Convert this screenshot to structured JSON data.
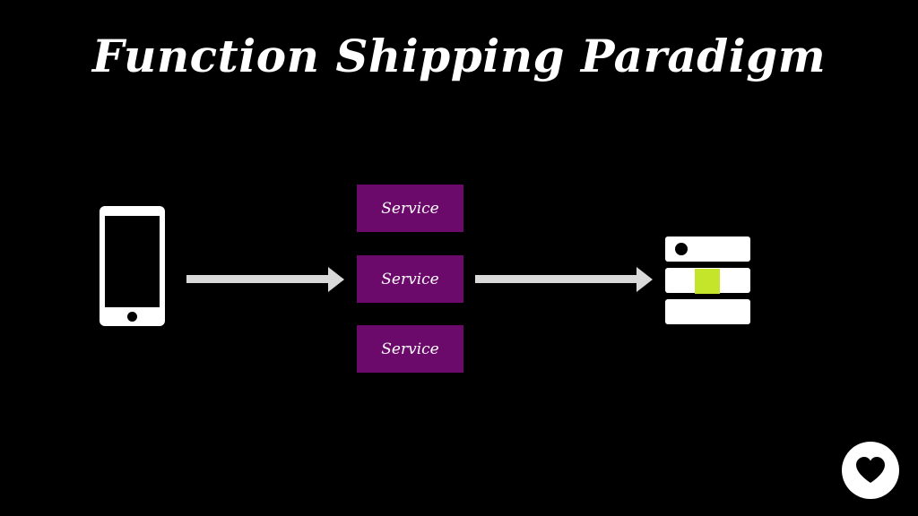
{
  "slide": {
    "title": "Function Shipping Paradigm"
  },
  "diagram": {
    "services": [
      {
        "label": "Service"
      },
      {
        "label": "Service"
      },
      {
        "label": "Service"
      }
    ],
    "icons": {
      "client": "mobile-phone-icon",
      "backend": "server-rack-icon",
      "badge": "heart-icon"
    }
  },
  "colors": {
    "background": "#000000",
    "foreground": "#ffffff",
    "service": "#6b0a6b",
    "arrow": "#d9d9d9",
    "highlight": "#c5e52a"
  }
}
